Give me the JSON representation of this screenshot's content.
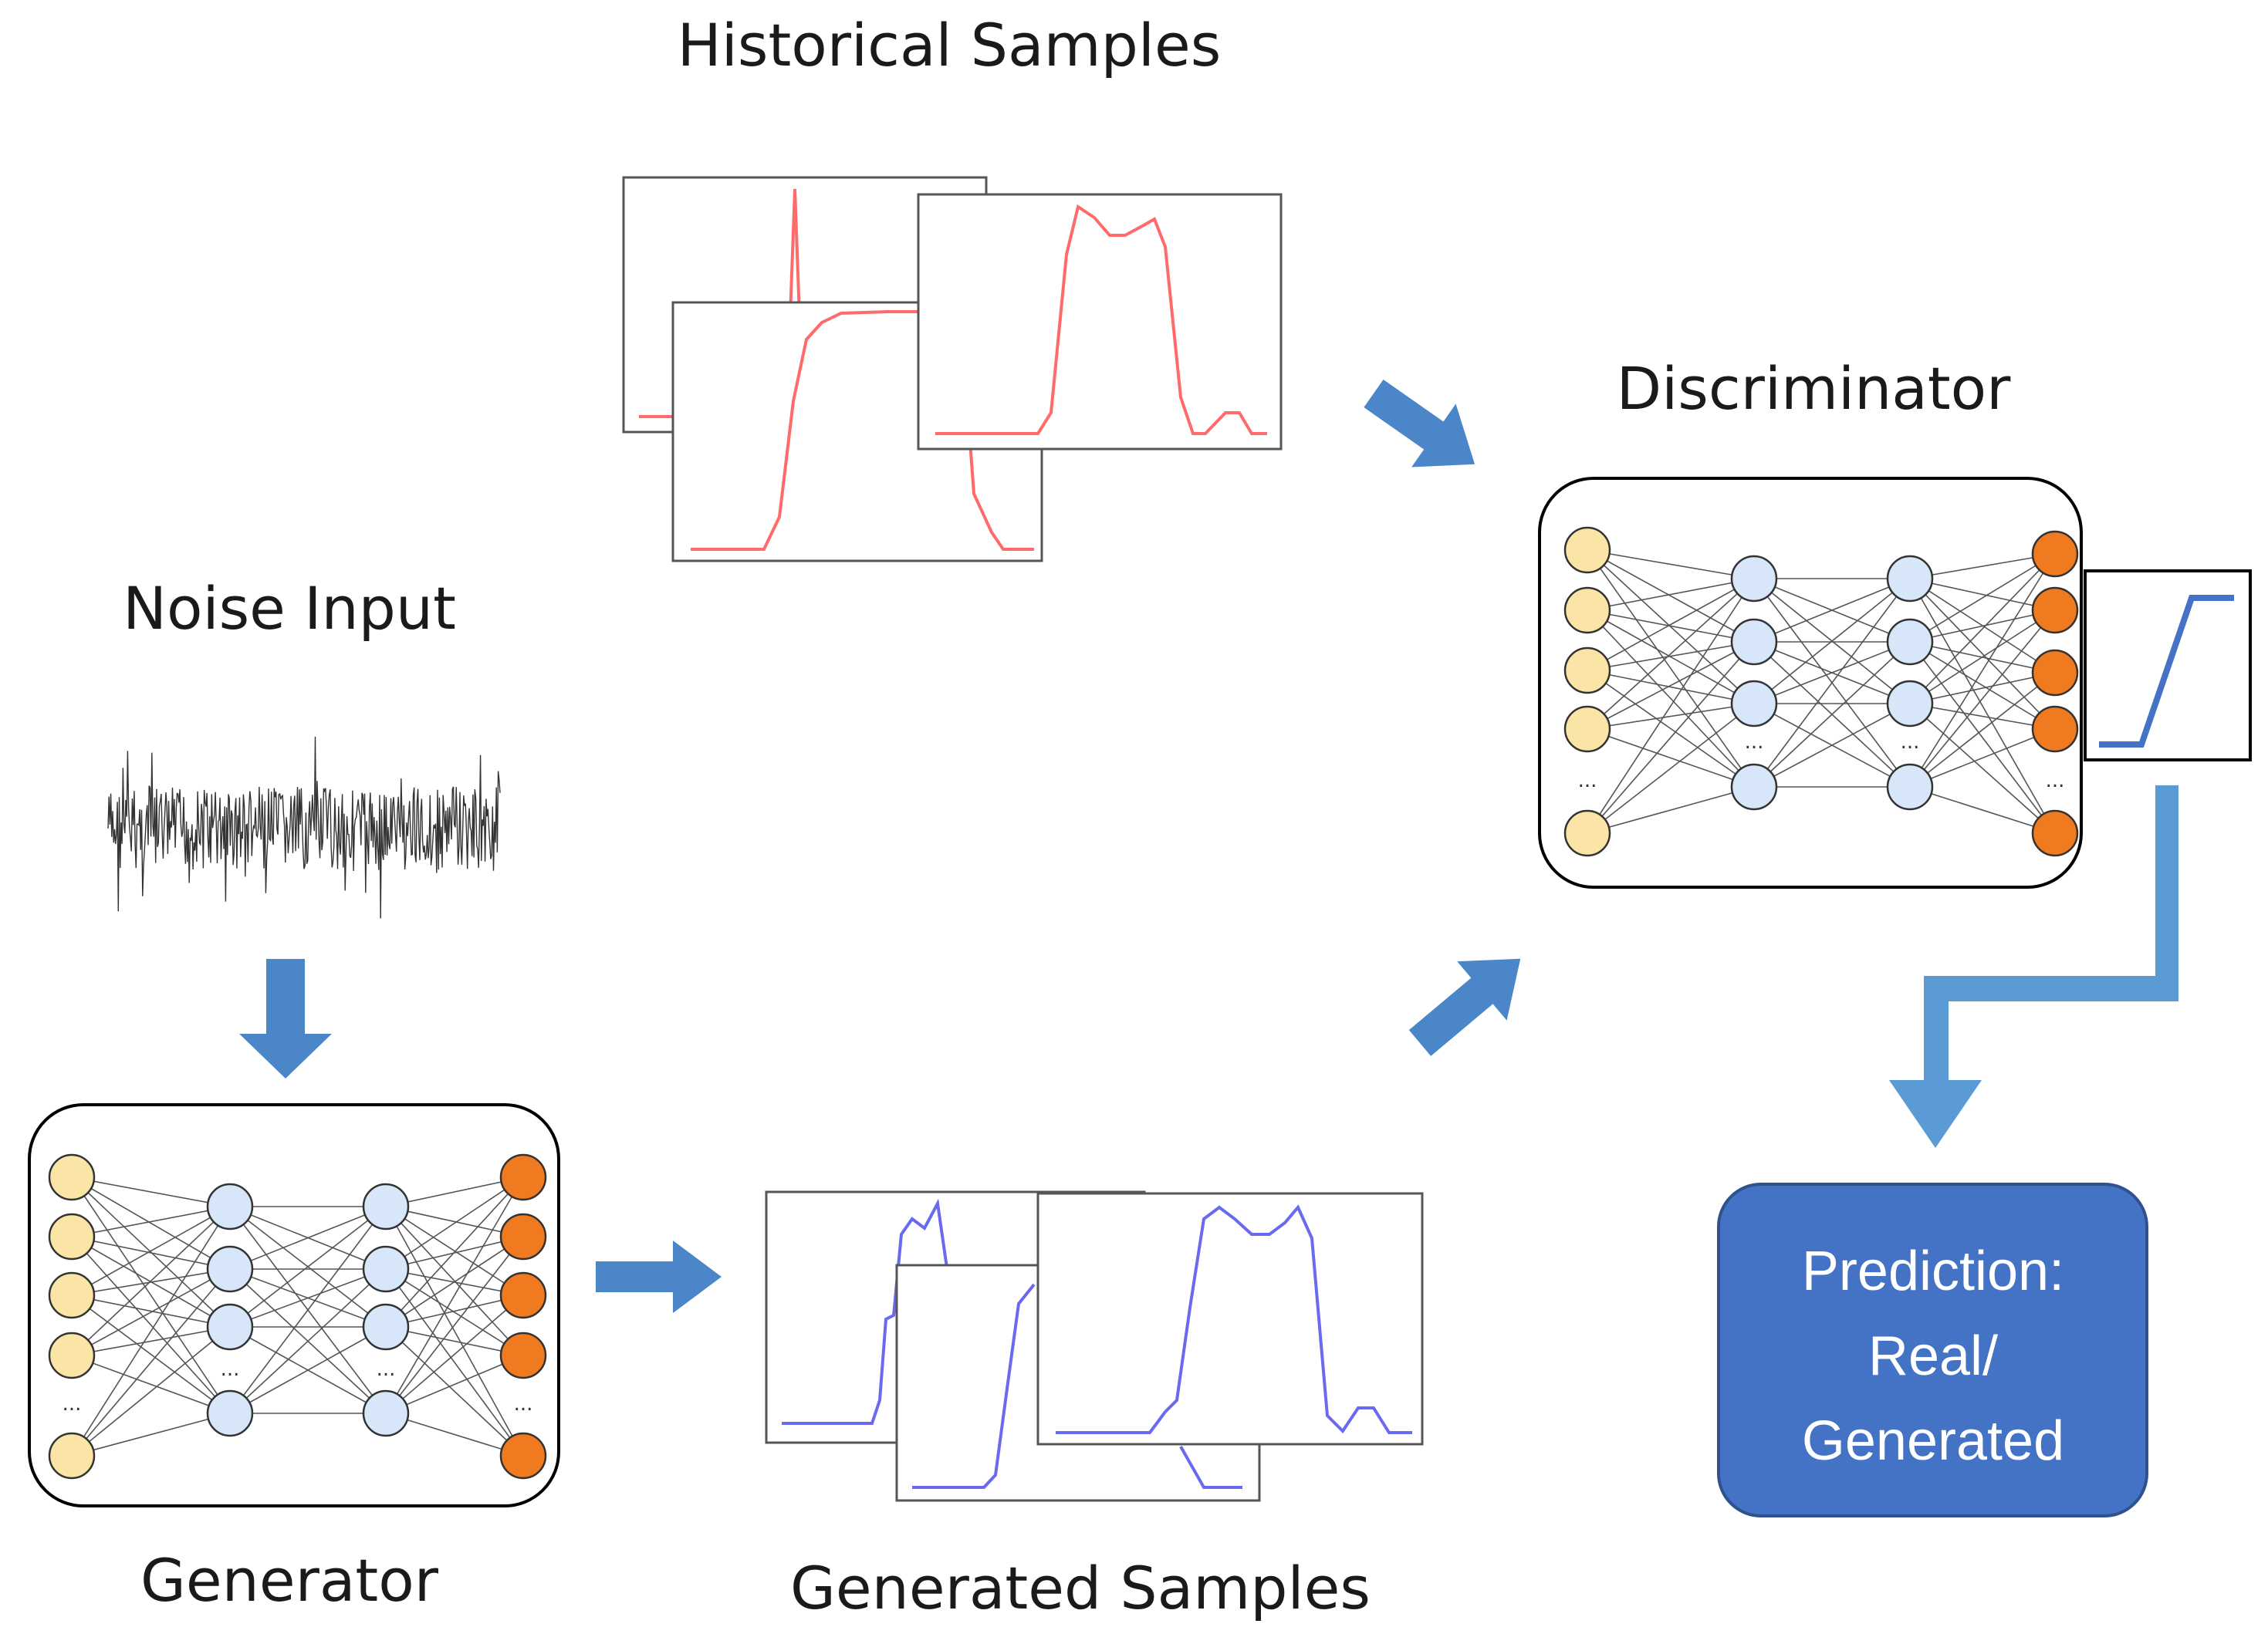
{
  "labels": {
    "historical": "Historical Samples",
    "noise": "Noise Input",
    "discriminator": "Discriminator",
    "generator": "Generator",
    "generated": "Generated Samples"
  },
  "prediction": {
    "line1": "Prediction:",
    "line2": "Real/",
    "line3": "Generated"
  },
  "network": {
    "ellipsis": "...",
    "colors": {
      "input": "#FBE5A6",
      "hidden": "#D7E6F8",
      "output": "#F07A1F"
    }
  },
  "colors": {
    "arrow": "#5B9BD5",
    "arrow_dark": "#4A86C8",
    "prediction_box": "#4472C4",
    "historical_line": "#FF6B6B",
    "generated_line": "#6A6AF0",
    "sigmoid_line": "#4472C4"
  }
}
